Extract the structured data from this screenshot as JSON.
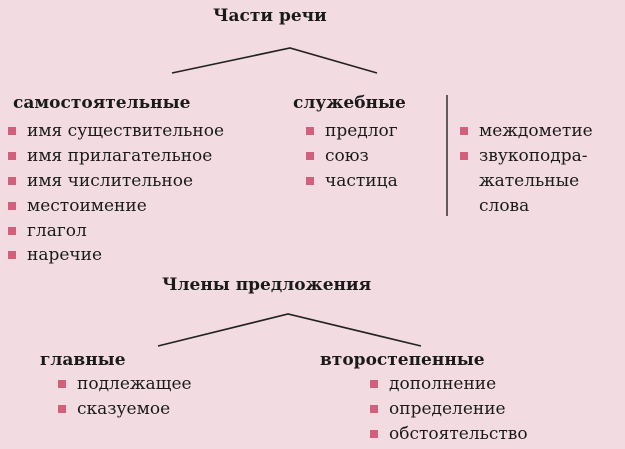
{
  "parts_of_speech": {
    "title": "Части речи",
    "independent": {
      "heading": "самостоятельные",
      "items": [
        "имя существительное",
        "имя прилагательное",
        "имя числительное",
        "местоимение",
        "глагол",
        "наречие"
      ]
    },
    "auxiliary": {
      "heading": "служебные",
      "items": [
        "предлог",
        "союз",
        "частица"
      ]
    },
    "other": {
      "items": [
        "междометие",
        "звукоподра-",
        "жательные",
        "слова"
      ]
    }
  },
  "sentence_members": {
    "title": "Члены предложения",
    "main": {
      "heading": "главные",
      "items": [
        "подлежащее",
        "сказуемое"
      ]
    },
    "secondary": {
      "heading": "второстепенные",
      "items": [
        "дополнение",
        "определение",
        "обстоятельство"
      ]
    }
  },
  "colors": {
    "background": "#f2dce2",
    "bullet": "#d2607c"
  }
}
